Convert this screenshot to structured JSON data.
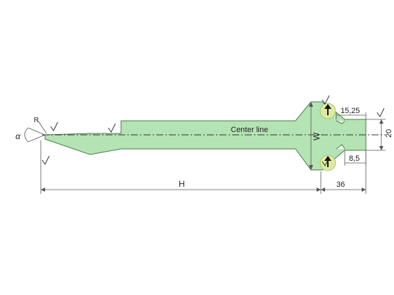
{
  "labels": {
    "center_line": "Center line",
    "height": "H",
    "width": "W",
    "angle": "α",
    "radius": "R",
    "offset": "36",
    "tang_upper": "15,25",
    "tang_lower": "8,5",
    "tang_height": "20"
  },
  "colors": {
    "body_fill": "#b4e3b4",
    "outline": "#4a7a4a",
    "clamp_circle": "#dfe9a0",
    "dimension": "#555555",
    "center_line": "#333333"
  },
  "icons": {
    "clamp_arrow": "arrow-up-icon",
    "roughness": "check-mark-icon"
  }
}
